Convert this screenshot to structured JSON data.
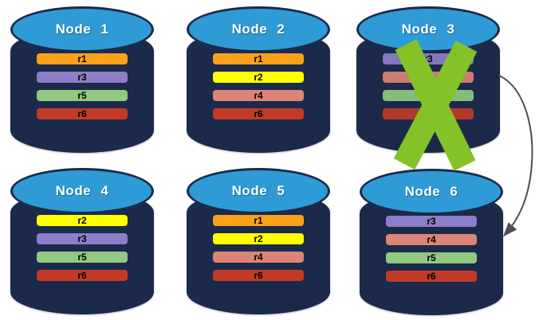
{
  "palette": {
    "cylinder_body": "#1B2A4A",
    "cylinder_top": "#2E9BD6",
    "failure_x": "#84C228",
    "arrow": "#4F4F4F"
  },
  "nodes": [
    {
      "id": "node-1",
      "label": "Node 1",
      "failed": false,
      "replicas": [
        {
          "label": "r1",
          "color": "#F9A11B"
        },
        {
          "label": "r3",
          "color": "#8C7EC8"
        },
        {
          "label": "r5",
          "color": "#90C97F"
        },
        {
          "label": "r6",
          "color": "#C23B28"
        }
      ]
    },
    {
      "id": "node-2",
      "label": "Node 2",
      "failed": false,
      "replicas": [
        {
          "label": "r1",
          "color": "#F9A11B"
        },
        {
          "label": "r2",
          "color": "#FFFF00"
        },
        {
          "label": "r4",
          "color": "#DC8476"
        },
        {
          "label": "r6",
          "color": "#C23B28"
        }
      ]
    },
    {
      "id": "node-3",
      "label": "Node 3",
      "failed": true,
      "replicas": [
        {
          "label": "r3",
          "color": "#8C7EC8"
        },
        {
          "label": "r4",
          "color": "#DC8476"
        },
        {
          "label": "r5",
          "color": "#90C97F"
        },
        {
          "label": "r6",
          "color": "#C23B28"
        }
      ]
    },
    {
      "id": "node-4",
      "label": "Node 4",
      "failed": false,
      "replicas": [
        {
          "label": "r2",
          "color": "#FFFF00"
        },
        {
          "label": "r3",
          "color": "#8C7EC8"
        },
        {
          "label": "r5",
          "color": "#90C97F"
        },
        {
          "label": "r6",
          "color": "#C23B28"
        }
      ]
    },
    {
      "id": "node-5",
      "label": "Node 5",
      "failed": false,
      "replicas": [
        {
          "label": "r1",
          "color": "#F9A11B"
        },
        {
          "label": "r2",
          "color": "#FFFF00"
        },
        {
          "label": "r4",
          "color": "#DC8476"
        },
        {
          "label": "r6",
          "color": "#C23B28"
        }
      ]
    },
    {
      "id": "node-6",
      "label": "Node 6",
      "failed": false,
      "replicas": [
        {
          "label": "r3",
          "color": "#8C7EC8"
        },
        {
          "label": "r4",
          "color": "#DC8476"
        },
        {
          "label": "r5",
          "color": "#90C97F"
        },
        {
          "label": "r6",
          "color": "#C23B28"
        }
      ]
    }
  ],
  "arrow": {
    "from": "node-3",
    "to": "node-6"
  }
}
